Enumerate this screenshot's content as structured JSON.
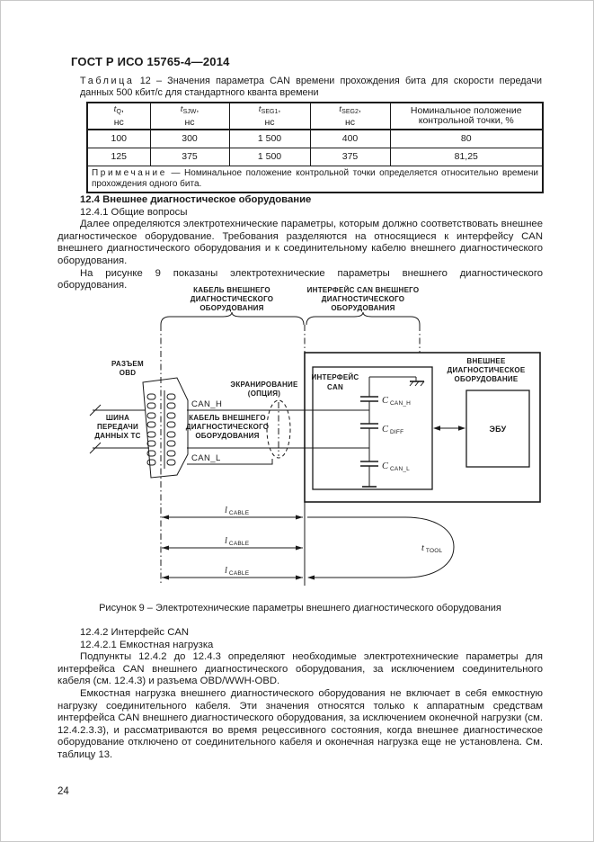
{
  "page": {
    "header": "ГОСТ Р ИСО 15765-4—2014",
    "number": "24"
  },
  "table": {
    "caption_word": "Таблица",
    "caption_num": "12",
    "caption_rest": "– Значения параметра CAN времени прохождения бита для скорости передачи данных 500 кбит/с для стандартного кванта времени",
    "headers": [
      {
        "sym": "t",
        "sub": "Q",
        "suffix": ",",
        "unit": "нс"
      },
      {
        "sym": "t",
        "sub": "SJW",
        "suffix": ",",
        "unit": "нс"
      },
      {
        "sym": "t",
        "sub": "SEG1",
        "suffix": ",",
        "unit": "нс"
      },
      {
        "sym": "t",
        "sub": "SEG2",
        "suffix": ",",
        "unit": "нс"
      },
      {
        "label": "Номинальное положение контрольной точки, %"
      }
    ],
    "rows": [
      [
        "100",
        "300",
        "1 500",
        "400",
        "80"
      ],
      [
        "125",
        "375",
        "1 500",
        "375",
        "81,25"
      ]
    ],
    "note_word": "Примечание",
    "note_text": "— Номинальное положение контрольной точки определяется относительно времени прохождения одного бита."
  },
  "sec124": {
    "h1": "12.4 Внешнее диагностическое оборудование",
    "h2": "12.4.1 Общие вопросы",
    "p1": "Далее определяются электротехнические параметры, которым должно соответствовать внешнее диагностическое оборудование. Требования разделяются на относящиеся к интерфейсу CAN внешнего диагностического оборудования и к соединительному кабелю внешнего диагностического оборудования.",
    "p2": "На рисунке 9 показаны электротехнические параметры внешнего диагностического оборудования."
  },
  "figure": {
    "caption": "Рисунок 9 – Электротехнические параметры внешнего диагностического оборудования",
    "brace_left": [
      "КАБЕЛЬ ВНЕШНЕГО",
      "ДИАГНОСТИЧЕСКОГО",
      "ОБОРУДОВАНИЯ"
    ],
    "brace_right": [
      "ИНТЕРФЕЙС CAN ВНЕШНЕГО",
      "ДИАГНОСТИЧЕСКОГО",
      "ОБОРУДОВАНИЯ"
    ],
    "obd": [
      "РАЗЪЕМ",
      "OBD"
    ],
    "bus": [
      "ШИНА",
      "ПЕРЕДАЧИ",
      "ДАННЫХ ТС"
    ],
    "can_h": "CAN_H",
    "can_l": "CAN_L",
    "cable": [
      "КАБЕЛЬ ВНЕШНЕГО",
      "ДИАГНОСТИЧЕСКОГО",
      "ОБОРУДОВАНИЯ"
    ],
    "shield": [
      "ЭКРАНИРОВАНИЕ",
      "(ОПЦИЯ)"
    ],
    "ext": [
      "ВНЕШНЕЕ",
      "ДИАГНОСТИЧЕСКОЕ",
      "ОБОРУДОВАНИЕ"
    ],
    "iface": [
      "ИНТЕРФЕЙС",
      "CAN"
    ],
    "cap_h": {
      "sym": "C",
      "sub": "CAN_H"
    },
    "cap_diff": {
      "sym": "C",
      "sub": "DIFF"
    },
    "cap_l": {
      "sym": "C",
      "sub": "CAN_L"
    },
    "ecu": "ЭБУ",
    "dim": {
      "sym": "l",
      "sub": "CABLE"
    },
    "tool": {
      "sym": "t",
      "sub": "TOOL"
    }
  },
  "sec1242": {
    "h1": "12.4.2 Интерфейс CAN",
    "h2": "12.4.2.1 Емкостная нагрузка",
    "p1": "Подпункты 12.4.2 до 12.4.3 определяют необходимые электротехнические параметры для интерфейса CAN внешнего диагностического оборудования, за исключением соединительного кабеля (см. 12.4.3) и разъема OBD/WWH-OBD.",
    "p2": "Емкостная нагрузка внешнего диагностического оборудования не включает в себя емкостную нагрузку соединительного кабеля. Эти значения относятся только к аппаратным средствам интерфейса CAN внешнего диагностического оборудования, за исключением оконечной нагрузки (см. 12.4.2.3.3), и рассматриваются во время рецессивного состояния, когда внешнее диагностическое оборудование отключено от соединительного кабеля и оконечная нагрузка еще не установлена. См. таблицу 13."
  }
}
